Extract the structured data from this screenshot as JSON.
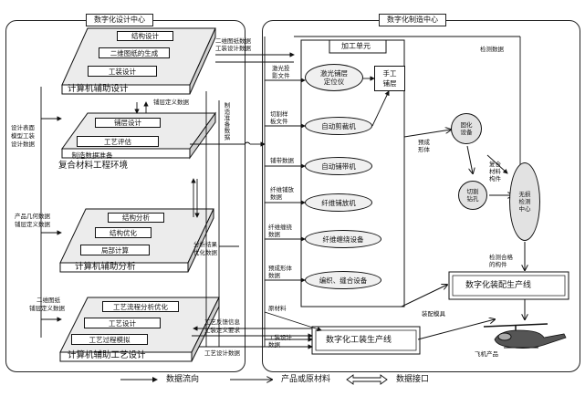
{
  "left_panel": {
    "title": "数字化设计中心",
    "stack_cad": {
      "layers": [
        "结构设计",
        "二维图纸的生成",
        "工装设计"
      ],
      "label": "计算机辅助设计"
    },
    "stack_composite": {
      "layers": [
        "铺层设计",
        "工艺评估",
        "制造数据准备"
      ],
      "label": "复合材料工程环境"
    },
    "stack_cae": {
      "layers": [
        "结构分析",
        "结构优化",
        "局部计算"
      ],
      "label": "计算机辅助分析"
    },
    "stack_capp": {
      "layers": [
        "工艺流程分析优化",
        "工艺设计",
        "工艺过程模拟"
      ],
      "label": "计算机辅助工艺设计"
    },
    "annotations": {
      "ply_def": "铺层定义数据",
      "surface_l1": "设计表面",
      "surface_l2": "模型工装",
      "surface_l3": "设计数据",
      "geom_l1": "产品几何数据",
      "geom_l2": "铺层定义数据",
      "analysis_l1": "分析结果",
      "analysis_l2": "优化数据",
      "drawing2d_l1": "二维图纸",
      "drawing2d_l2": "铺层定义数据"
    }
  },
  "middle": {
    "top_l1": "二维图纸数据",
    "top_l2": "工装设计数据",
    "mfg_prep": "制造准备数据",
    "feedback_l1": "工艺反馈信息",
    "feedback_l2": "工装定义要求",
    "process_design": "工艺设计数据"
  },
  "right_panel": {
    "title": "数字化制造中心",
    "processing_unit": "加工单元",
    "laser_l1": "激光铺层",
    "laser_l2": "定位仪",
    "manual_l1": "手工",
    "manual_l2": "铺层",
    "auto_cut": "自动剪裁机",
    "auto_tape": "自动铺带机",
    "fiber_place": "纤维铺放机",
    "fiber_wind": "纤维缠绕设备",
    "weave_stitch": "编织、缝合设备",
    "tooling_line": "数字化工装生产线",
    "assembly_line": "数字化装配生产线",
    "curing_l1": "固化",
    "curing_l2": "设备",
    "trim_l1": "切割",
    "trim_l2": "钻孔",
    "ndt_l1": "无损",
    "ndt_l2": "检测",
    "ndt_l3": "中心",
    "inputs": {
      "laser_l1": "激光投",
      "laser_l2": "影文件",
      "cut_l1": "切割样",
      "cut_l2": "板文件",
      "tape": "铺带数据",
      "fiber_l1": "纤维铺放",
      "fiber_l2": "数据",
      "wind_l1": "纤维缠绕",
      "wind_l2": "数据",
      "preform_l1": "预成形体",
      "preform_l2": "数据",
      "raw": "原材料",
      "tooling_l1": "工装设计",
      "tooling_l2": "数据"
    },
    "preform_l1": "预成",
    "preform_l2": "形体",
    "composite_l1": "复合",
    "composite_l2": "材料",
    "composite_l3": "构件",
    "inspection_data": "检测数据",
    "qualified_l1": "检测合格",
    "qualified_l2": "的构件",
    "assembly_tooling": "装配模具",
    "aircraft_product": "飞机产品"
  },
  "legend": {
    "data_flow": "数据流向",
    "material_flow": "产品或原材料",
    "data_interface": "数据接口"
  }
}
